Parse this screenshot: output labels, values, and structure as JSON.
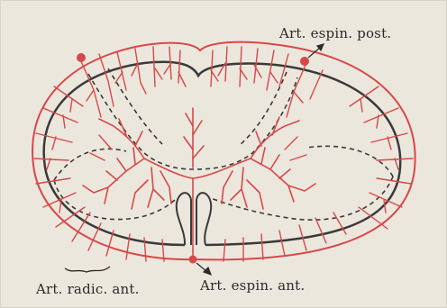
{
  "labels": {
    "posterior_spinal_artery": "Art. espin. post.",
    "anterior_radicular_artery": "Art. radic. ant.",
    "anterior_spinal_artery": "Art. espin. ant."
  },
  "colors": {
    "artery_red": "#d84848",
    "outline_dark": "#3a3a3a",
    "paper": "#ebe7dd",
    "text": "#2a2a2a"
  }
}
